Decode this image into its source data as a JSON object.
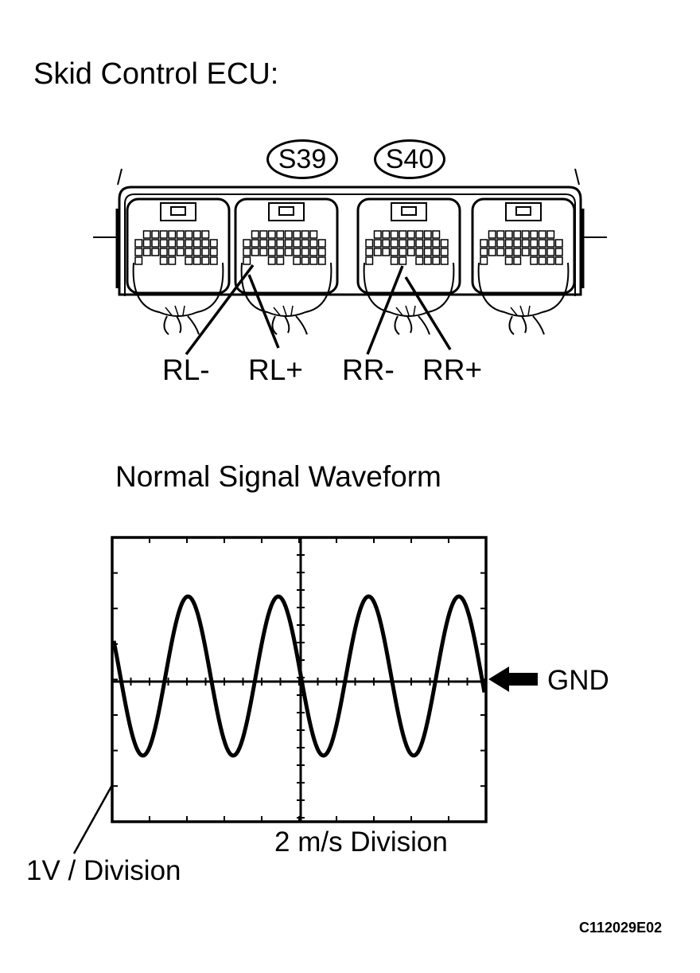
{
  "ecu_title": "Skid Control ECU:",
  "connectors": [
    "S39",
    "S40"
  ],
  "pin_labels": [
    "RL-",
    "RL+",
    "RR-",
    "RR+"
  ],
  "waveform_title": "Normal Signal Waveform",
  "gnd_label": "GND",
  "time_division_label": "2 m/s Division",
  "voltage_division_label": "1V / Division",
  "figure_code": "C112029E02"
}
